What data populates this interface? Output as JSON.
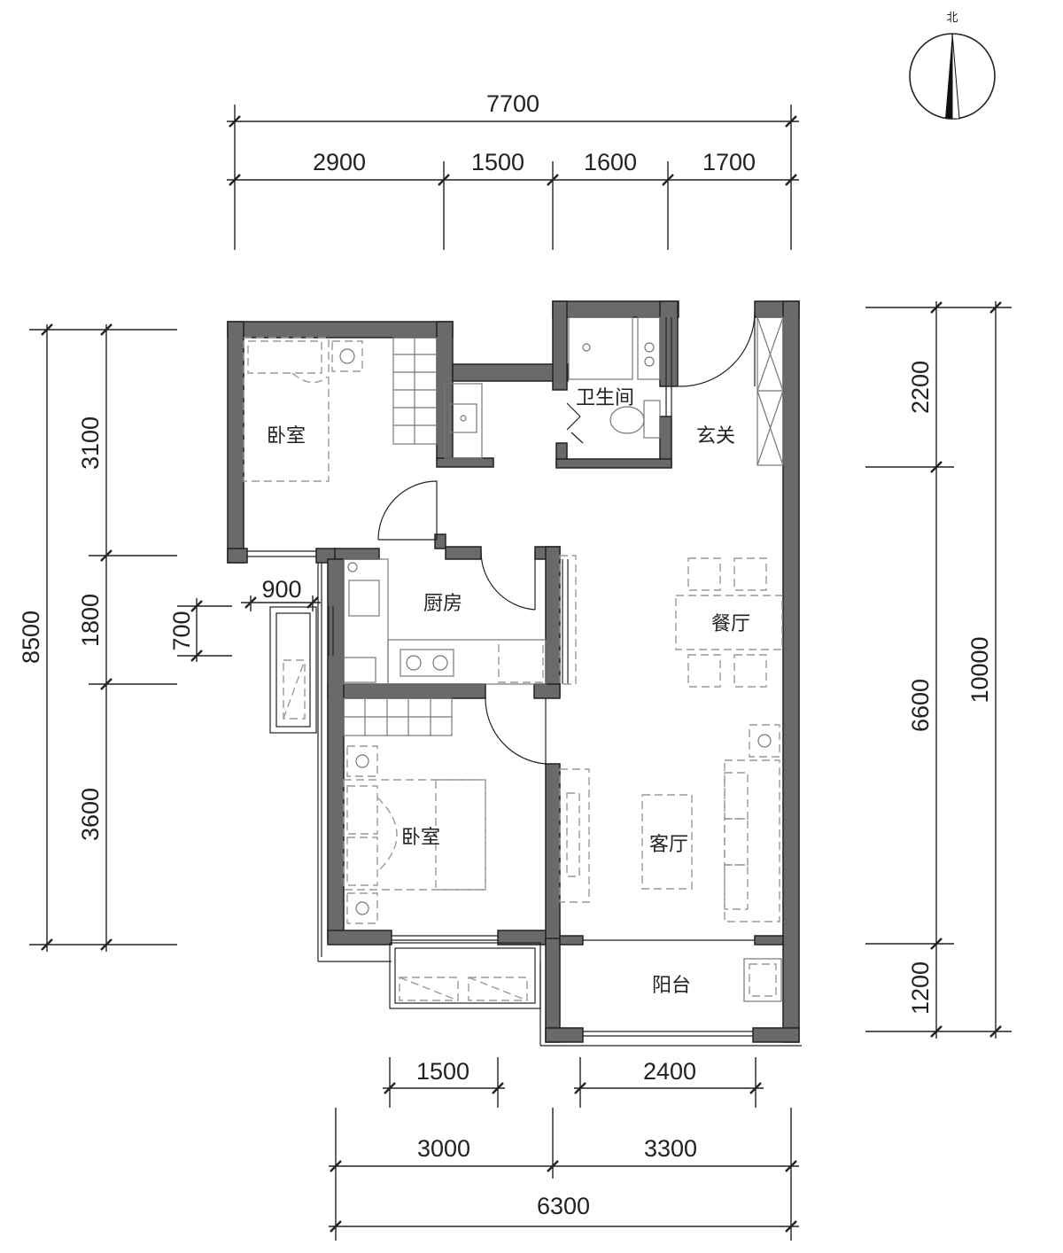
{
  "north": {
    "label": "北"
  },
  "rooms": {
    "bedroom_1": "卧室",
    "bathroom": "卫生间",
    "foyer": "玄关",
    "kitchen": "厨房",
    "dining": "餐厅",
    "bedroom_2": "卧室",
    "living": "客厅",
    "balcony": "阳台"
  },
  "dimensions": {
    "top_total": "7700",
    "top_segments": [
      "2900",
      "1500",
      "1600",
      "1700"
    ],
    "left_total": "8500",
    "left_segments": [
      "3100",
      "1800",
      "3600"
    ],
    "window_width": "900",
    "window_height": "700",
    "right_total": "10000",
    "right_segments": [
      "2200",
      "6600",
      "1200"
    ],
    "bottom_windows": [
      "1500",
      "2400"
    ],
    "bottom_segments": [
      "3000",
      "3300"
    ],
    "bottom_total": "6300"
  }
}
